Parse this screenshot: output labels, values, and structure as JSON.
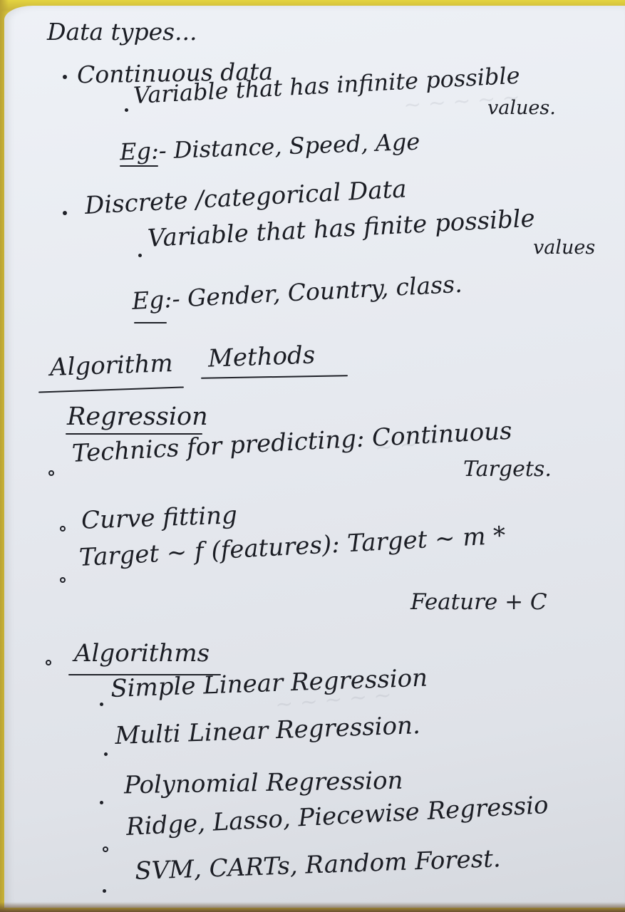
{
  "notes": {
    "heading": "Data types...",
    "continuous": {
      "title": "Continuous data",
      "definition_line1": "Variable that has infinite possible",
      "definition_line2": "values.",
      "example": "Eg:- Distance, Speed, Age"
    },
    "discrete": {
      "title": "Discrete /categorical Data",
      "definition_line1": "Variable that has finite possible",
      "definition_line2": "values",
      "example": "Eg:- Gender, Country, class."
    },
    "methods": {
      "word1": "Algorithm",
      "word2": "Methods"
    },
    "regression": {
      "title": "Regression",
      "point1_line1": "Technics for predicting: Continuous",
      "point1_line2": "Targets.",
      "point2": "Curve fitting",
      "point3_line1": "Target ~ f (features): Target ~ m *",
      "point3_line2": "Feature + C"
    },
    "algorithms": {
      "title": "Algorithms",
      "items": [
        "Simple Linear Regression",
        "Multi Linear Regression.",
        "Polynomial Regression",
        "Ridge, Lasso, Piecewise Regressio",
        "SVM, CARTs, Random Forest."
      ]
    }
  }
}
